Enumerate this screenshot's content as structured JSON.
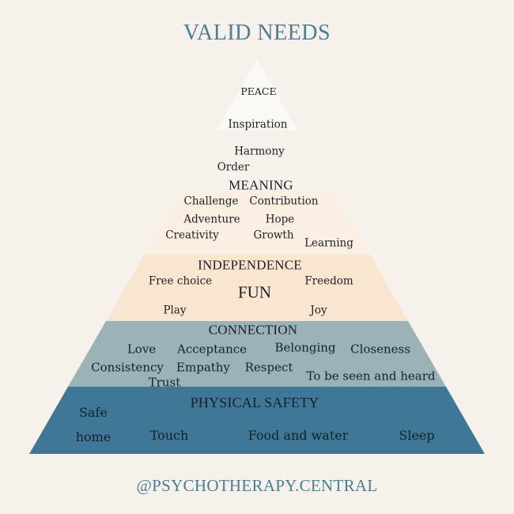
{
  "title": "VALID NEEDS",
  "footer": "@PSYCHOTHERAPY.CENTRAL",
  "colors": {
    "background": "#f6f2eb",
    "title": "#4a7d96",
    "peace_band": "#fbf9f5",
    "meaning_band": "#fbeee2",
    "independence_band": "#f8e6d1",
    "connection_band": "#9bb2b6",
    "physical_safety_band": "#3f7896"
  },
  "levels": {
    "peace": {
      "heading": "PEACE",
      "items": [
        "Inspiration"
      ]
    },
    "between": {
      "items": [
        "Harmony",
        "Order"
      ]
    },
    "meaning": {
      "heading": "MEANING",
      "items": [
        "Challenge",
        "Contribution",
        "Adventure",
        "Hope",
        "Creativity",
        "Growth",
        "Learning"
      ]
    },
    "independence": {
      "heading": "INDEPENDENCE",
      "items": [
        "Free choice",
        "Freedom",
        "FUN",
        "Play",
        "Joy"
      ]
    },
    "connection": {
      "heading": "CONNECTION",
      "items": [
        "Love",
        "Acceptance",
        "Belonging",
        "Closeness",
        "Consistency",
        "Empathy",
        "Respect",
        "To be seen and heard",
        "Trust"
      ]
    },
    "physical_safety": {
      "heading": "PHYSICAL SAFETY",
      "items": [
        "Safe",
        "home",
        "Touch",
        "Food and water",
        "Sleep"
      ]
    }
  }
}
